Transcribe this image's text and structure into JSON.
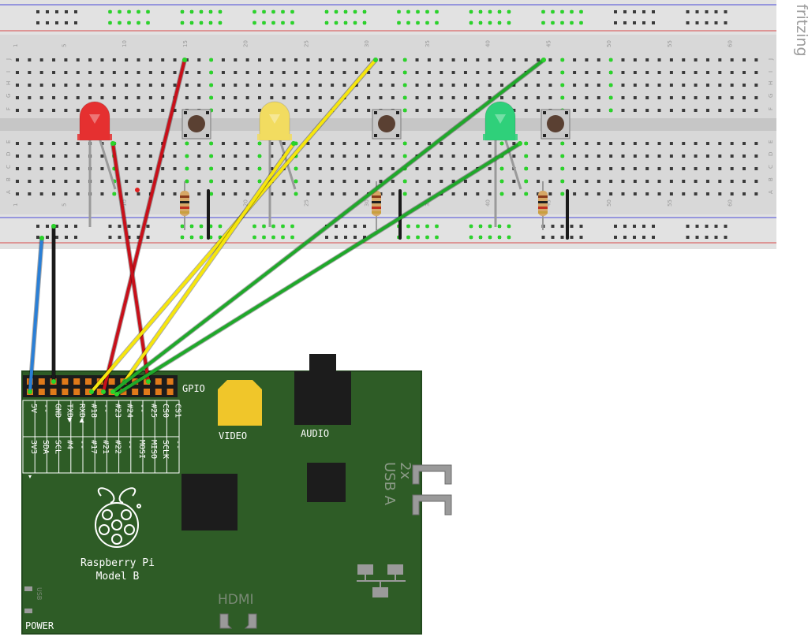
{
  "watermark": "fritzing",
  "breadcolumn_numbers": [
    "1",
    "5",
    "10",
    "15",
    "20",
    "25",
    "30",
    "35",
    "40",
    "45",
    "50",
    "55",
    "60"
  ],
  "breadrow_letters_top": [
    "J",
    "I",
    "H",
    "G",
    "F"
  ],
  "breadrow_letters_bottom": [
    "E",
    "D",
    "C",
    "B",
    "A"
  ],
  "board": {
    "name_line1": "Raspberry Pi",
    "name_line2": "Model B",
    "gpio_label": "GPIO",
    "video_label": "VIDEO",
    "audio_label": "AUDIO",
    "usb_label_line1": "2x",
    "usb_label_line2": "USB A",
    "hdmi_label": "HDMI",
    "power_label": "POWER",
    "usb_small_label": "USB",
    "top_pin_labels": [
      "5V",
      "--",
      "GND",
      "TXD▶",
      "RXD◀",
      "#18",
      "--",
      "#23",
      "#24",
      "--",
      "#25",
      "CS0",
      "CS1"
    ],
    "bottom_pin_labels": [
      "3V3",
      "SDA",
      "SCL",
      "#4",
      "--",
      "#17",
      "#21",
      "#22",
      "--",
      "MOSI",
      "MISO",
      "SCLK",
      "--"
    ]
  },
  "components": {
    "leds": [
      {
        "name": "red-led",
        "color": "#e53030"
      },
      {
        "name": "yellow-led",
        "color": "#f2dc60"
      },
      {
        "name": "green-led",
        "color": "#2fd07a"
      }
    ],
    "buttons": [
      "button-1",
      "button-2",
      "button-3"
    ],
    "resistors": [
      "resistor-1",
      "resistor-2",
      "resistor-3"
    ]
  },
  "wire_colors": {
    "red": "#c8101a",
    "yellow": "#f6e60d",
    "green": "#1fa82a",
    "blue": "#2a7fd6",
    "black": "#1a1a1a"
  }
}
